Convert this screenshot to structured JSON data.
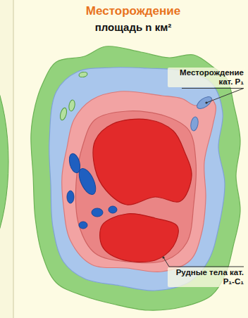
{
  "diagram": {
    "title": "Месторождение",
    "labels": [
      "площадь n км²",
      "Месторождение кат. P₁",
      "Рудные тела кат. P₁-C₁"
    ]
  }
}
